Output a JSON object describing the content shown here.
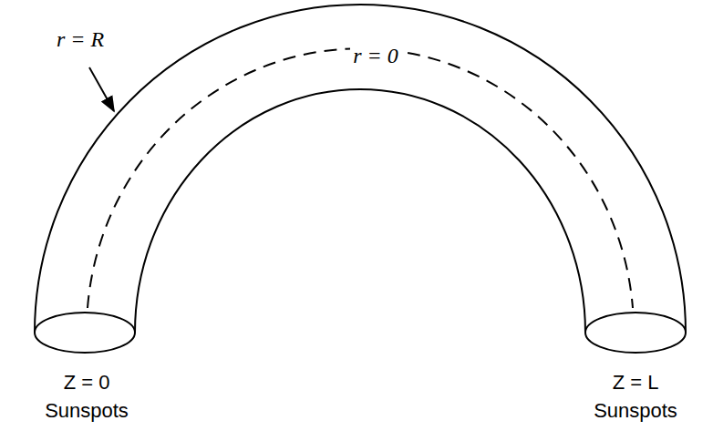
{
  "diagram": {
    "labels": [
      "r = R",
      "r = 0",
      "Z = 0",
      "Sunspots",
      "Z = L",
      "Sunspots"
    ]
  }
}
